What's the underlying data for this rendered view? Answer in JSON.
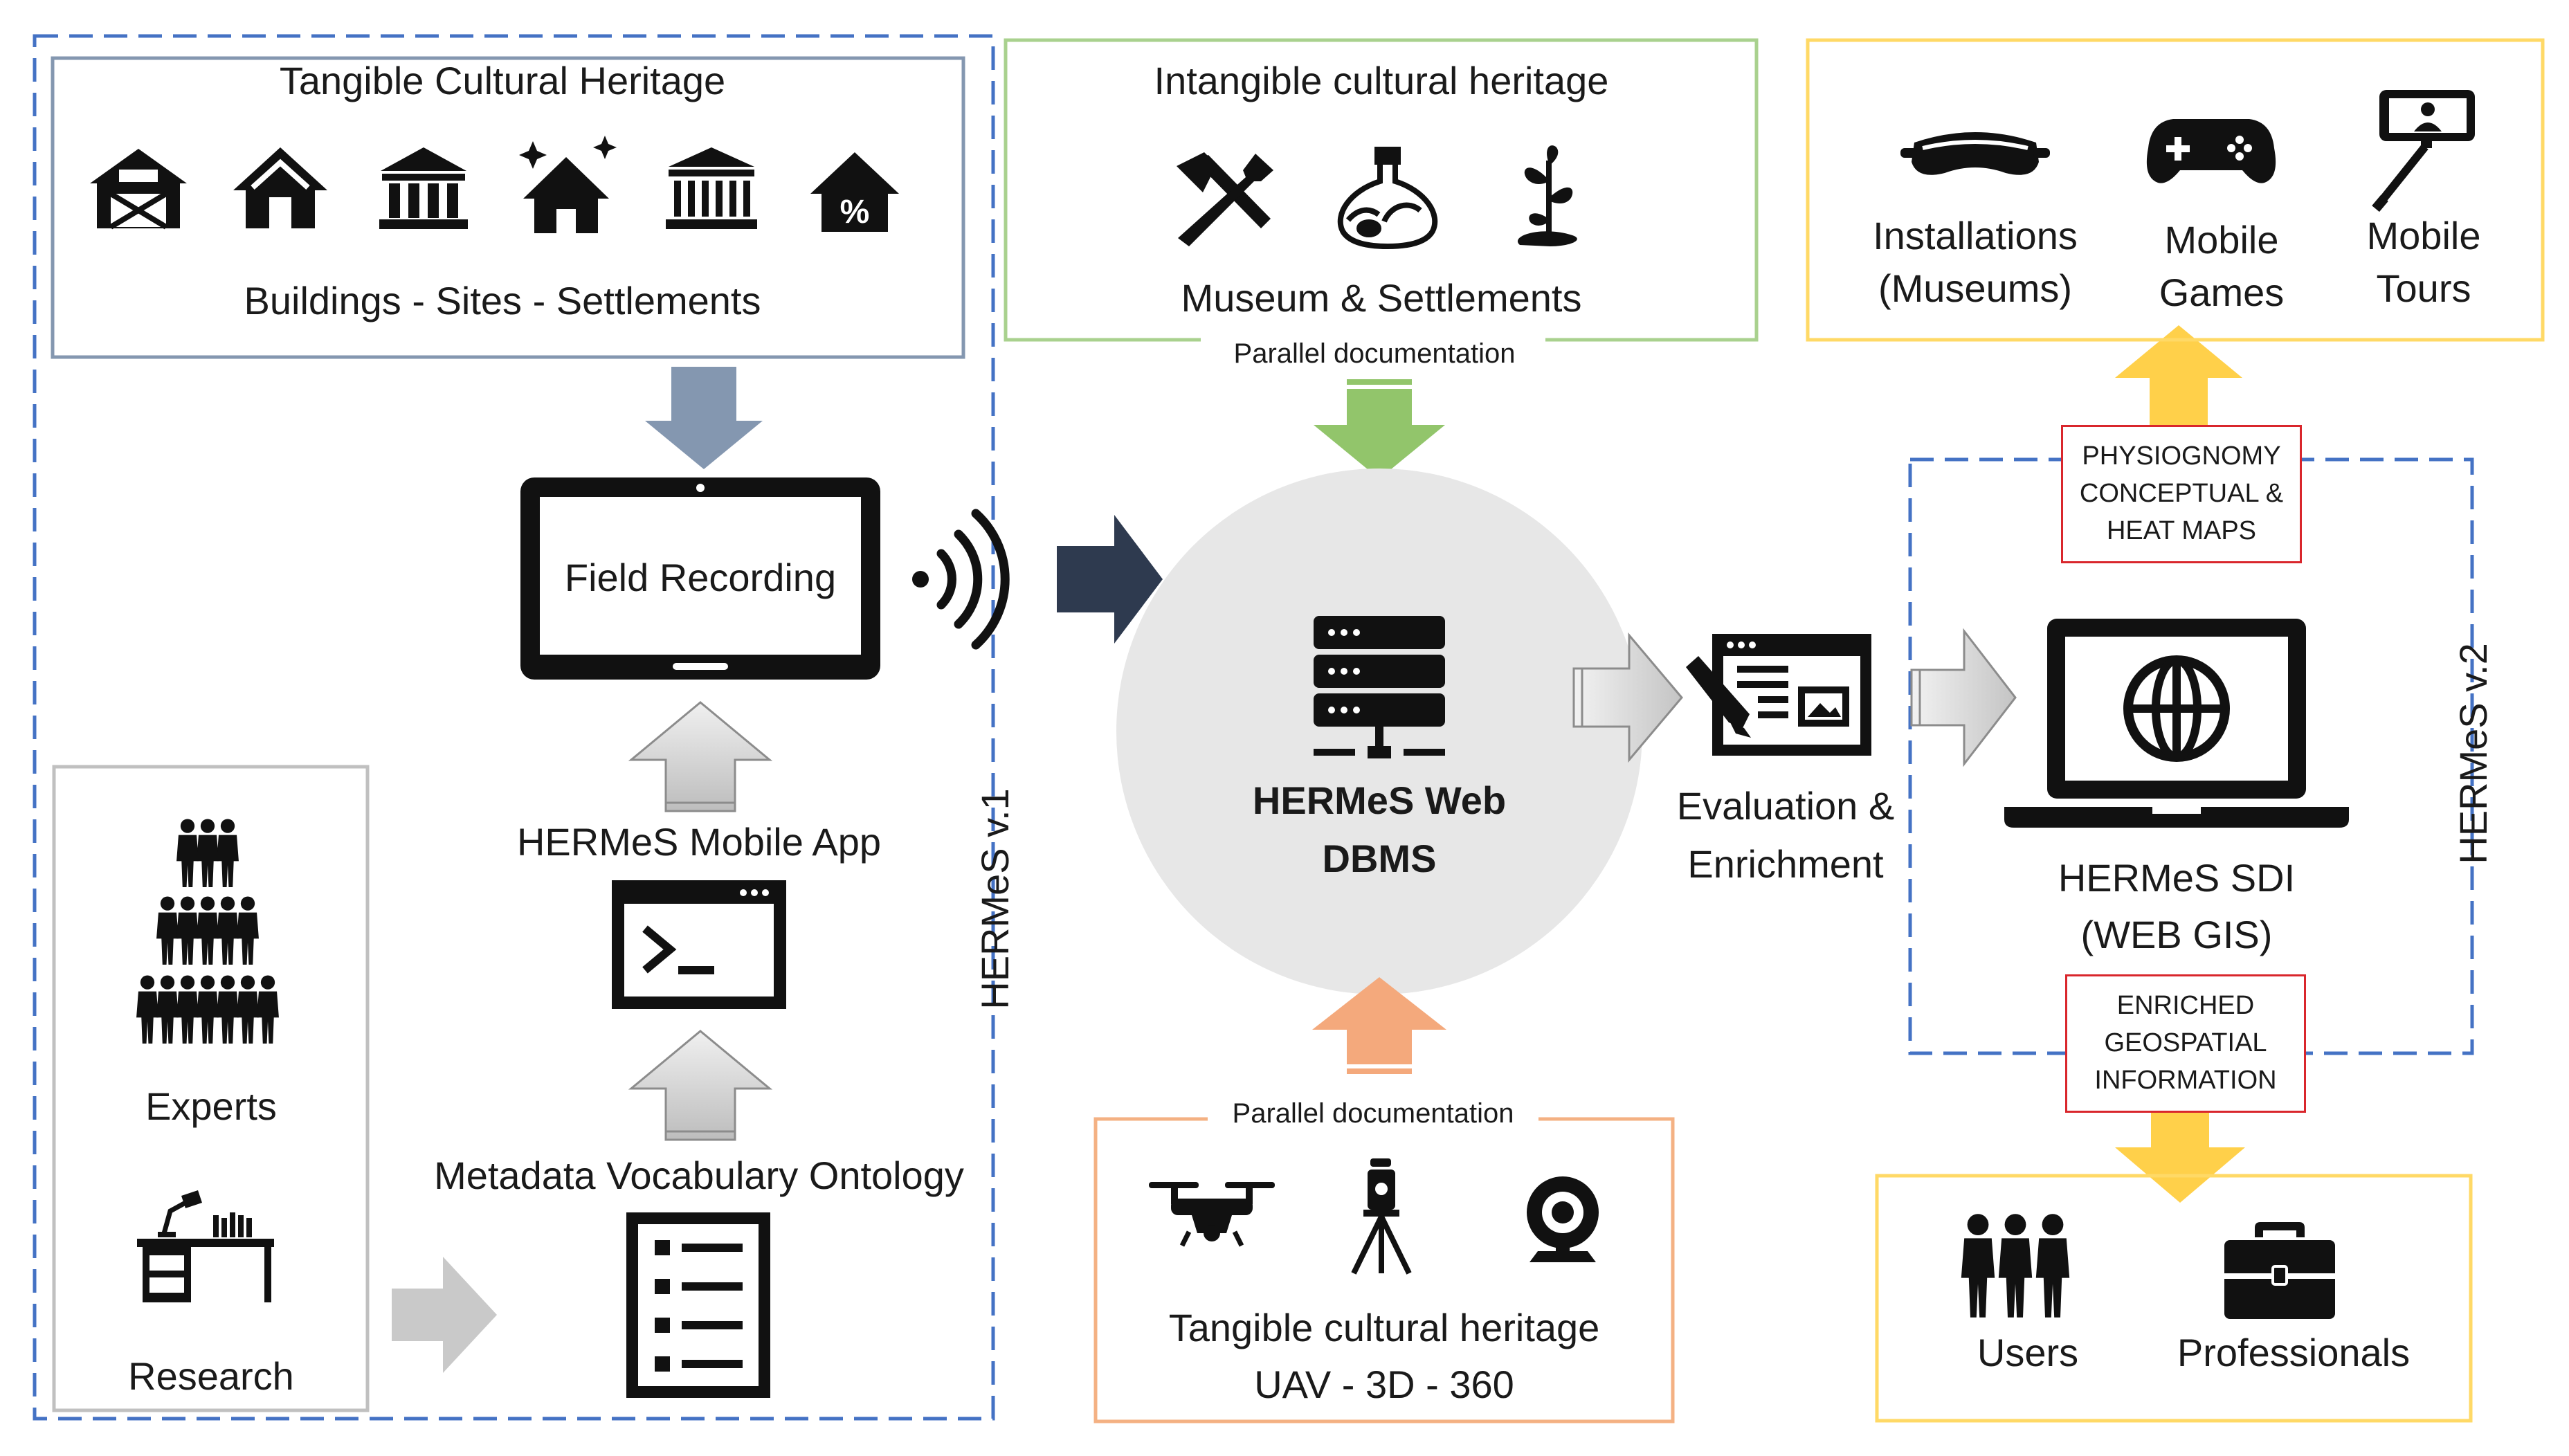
{
  "tangible_box": {
    "title": "Tangible Cultural Heritage",
    "subtitle": "Buildings - Sites - Settlements"
  },
  "intangible_box": {
    "title": "Intangible cultural heritage",
    "subtitle": "Museum & Settlements",
    "parallel_label": "Parallel documentation"
  },
  "outputs_box": {
    "items": [
      {
        "line1": "Installations",
        "line2": "(Museums)"
      },
      {
        "line1": "Mobile",
        "line2": "Games"
      },
      {
        "line1": "Mobile",
        "line2": "Tours"
      }
    ]
  },
  "field_recording": "Field Recording",
  "mobile_app": "HERMeS Mobile App",
  "metadata": "Metadata Vocabulary Ontology",
  "experts": "Experts",
  "research": "Research",
  "hermes_v1": "HERMeS v.1",
  "hermes_v2": "HERMeS v.2",
  "dbms": {
    "line1": "HERMeS Web",
    "line2": "DBMS"
  },
  "evaluation": {
    "line1": "Evaluation &",
    "line2": "Enrichment"
  },
  "sdi": {
    "line1": "HERMeS SDI",
    "line2": "(WEB GIS)"
  },
  "physiognomy": {
    "line1": "PHYSIOGNOMY",
    "line2": "CONCEPTUAL &",
    "line3": "HEAT MAPS"
  },
  "enriched": {
    "line1": "ENRICHED",
    "line2": "GEOSPATIAL",
    "line3": "INFORMATION"
  },
  "uav_box": {
    "parallel_label": "Parallel documentation",
    "line1": "Tangible cultural heritage",
    "line2": "UAV - 3D - 360"
  },
  "users_box": {
    "users": "Users",
    "professionals": "Professionals"
  },
  "colors": {
    "blue_dash": "#4472c4",
    "steel_frame": "#8497b0",
    "green_frame": "#a9d18e",
    "green_arrow": "#92c56b",
    "yellow_frame": "#ffd966",
    "yellow_arrow": "#ffd04a",
    "orange_frame": "#f4b183",
    "orange_arrow": "#f4a97c",
    "navy_arrow": "#2e3a4f",
    "grey_frame": "#c0c0c0",
    "red_frame": "#d9262c",
    "circle": "#e7e7e7"
  }
}
